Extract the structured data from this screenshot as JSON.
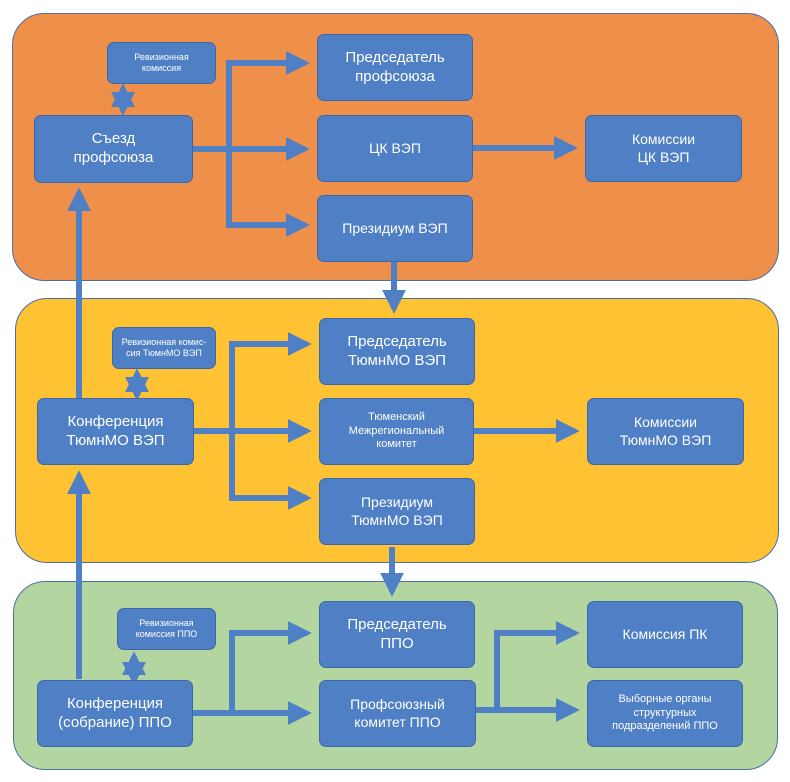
{
  "diagram": {
    "top": {
      "revision_commission": "Ревизионная\nкомиссия",
      "congress": "Съезд\nпрофсоюза",
      "chairman": "Председатель\nпрофсоюза",
      "central_committee": "ЦК ВЭП",
      "presidium": "Президиум ВЭП",
      "commissions": "Комиссии\nЦК ВЭП"
    },
    "middle": {
      "revision_commission": "Ревизионная комис-\nсия ТюмнМО ВЭП",
      "conference": "Конференция\nТюмнМО ВЭП",
      "chairman": "Председатель\nТюмнМО ВЭП",
      "committee": "Тюменский\nМежрегиональный\nкомитет",
      "presidium": "Президиум\nТюмнМО ВЭП",
      "commissions": "Комиссии\nТюмнМО ВЭП"
    },
    "bottom": {
      "revision_commission": "Ревизионная\nкомиссия ППО",
      "conference": "Конференция\n(собрание) ППО",
      "chairman": "Председатель\nППО",
      "committee": "Профсоюзный\nкомитет ППО",
      "commission_pk": "Комиссия ПК",
      "elected_bodies": "Выборные органы\nструктурных\nподразделений ППО"
    }
  }
}
